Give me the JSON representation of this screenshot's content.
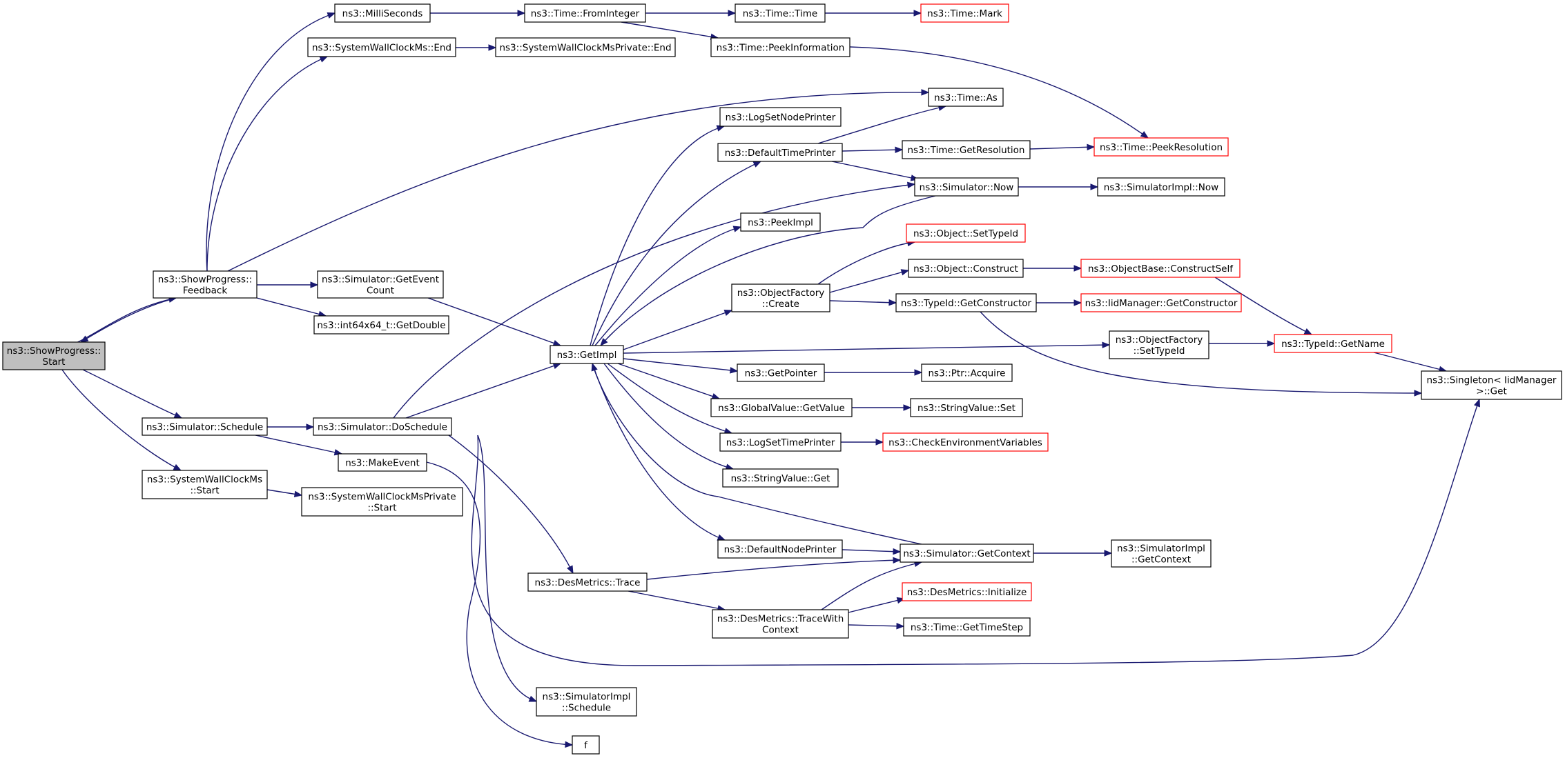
{
  "colors": {
    "edge": "#191970",
    "node_border": "#000000",
    "node_border_truncated": "#ff0000",
    "root_fill": "#bfbfbf",
    "node_fill": "#ffffff"
  },
  "nodes": [
    {
      "id": "root",
      "lines": [
        "ns3::ShowProgress::",
        "Start"
      ],
      "kind": "root"
    },
    {
      "id": "feedback",
      "lines": [
        "ns3::ShowProgress::",
        "Feedback"
      ],
      "kind": "normal"
    },
    {
      "id": "sim_schedule",
      "lines": [
        "ns3::Simulator::Schedule"
      ],
      "kind": "normal"
    },
    {
      "id": "swcm_start",
      "lines": [
        "ns3::SystemWallClockMs",
        "::Start"
      ],
      "kind": "normal"
    },
    {
      "id": "millis",
      "lines": [
        "ns3::MilliSeconds"
      ],
      "kind": "normal"
    },
    {
      "id": "swcm_end",
      "lines": [
        "ns3::SystemWallClockMs::End"
      ],
      "kind": "normal"
    },
    {
      "id": "get_event_count",
      "lines": [
        "ns3::Simulator::GetEvent",
        "Count"
      ],
      "kind": "normal"
    },
    {
      "id": "get_double",
      "lines": [
        "ns3::int64x64_t::GetDouble"
      ],
      "kind": "normal"
    },
    {
      "id": "do_schedule",
      "lines": [
        "ns3::Simulator::DoSchedule"
      ],
      "kind": "normal"
    },
    {
      "id": "make_event",
      "lines": [
        "ns3::MakeEvent"
      ],
      "kind": "normal"
    },
    {
      "id": "swcmp_start",
      "lines": [
        "ns3::SystemWallClockMsPrivate",
        "::Start"
      ],
      "kind": "normal"
    },
    {
      "id": "from_integer",
      "lines": [
        "ns3::Time::FromInteger"
      ],
      "kind": "normal"
    },
    {
      "id": "swcmp_end",
      "lines": [
        "ns3::SystemWallClockMsPrivate::End"
      ],
      "kind": "normal"
    },
    {
      "id": "get_impl",
      "lines": [
        "ns3::GetImpl"
      ],
      "kind": "normal"
    },
    {
      "id": "des_trace",
      "lines": [
        "ns3::DesMetrics::Trace"
      ],
      "kind": "normal"
    },
    {
      "id": "simimpl_schedule",
      "lines": [
        "ns3::SimulatorImpl",
        "::Schedule"
      ],
      "kind": "normal"
    },
    {
      "id": "f",
      "lines": [
        "f"
      ],
      "kind": "normal"
    },
    {
      "id": "time_time",
      "lines": [
        "ns3::Time::Time"
      ],
      "kind": "normal"
    },
    {
      "id": "peek_info",
      "lines": [
        "ns3::Time::PeekInformation"
      ],
      "kind": "normal"
    },
    {
      "id": "log_node_printer",
      "lines": [
        "ns3::LogSetNodePrinter"
      ],
      "kind": "normal"
    },
    {
      "id": "default_time_printer",
      "lines": [
        "ns3::DefaultTimePrinter"
      ],
      "kind": "normal"
    },
    {
      "id": "peek_impl",
      "lines": [
        "ns3::PeekImpl"
      ],
      "kind": "normal"
    },
    {
      "id": "of_create",
      "lines": [
        "ns3::ObjectFactory",
        "::Create"
      ],
      "kind": "normal"
    },
    {
      "id": "get_pointer",
      "lines": [
        "ns3::GetPointer"
      ],
      "kind": "normal"
    },
    {
      "id": "gv_getvalue",
      "lines": [
        "ns3::GlobalValue::GetValue"
      ],
      "kind": "normal"
    },
    {
      "id": "log_time_printer",
      "lines": [
        "ns3::LogSetTimePrinter"
      ],
      "kind": "normal"
    },
    {
      "id": "sv_get",
      "lines": [
        "ns3::StringValue::Get"
      ],
      "kind": "normal"
    },
    {
      "id": "default_node_printer",
      "lines": [
        "ns3::DefaultNodePrinter"
      ],
      "kind": "normal"
    },
    {
      "id": "trace_with_context",
      "lines": [
        "ns3::DesMetrics::TraceWith",
        "Context"
      ],
      "kind": "normal"
    },
    {
      "id": "time_mark",
      "lines": [
        "ns3::Time::Mark"
      ],
      "kind": "truncated"
    },
    {
      "id": "time_as",
      "lines": [
        "ns3::Time::As"
      ],
      "kind": "normal"
    },
    {
      "id": "get_resolution",
      "lines": [
        "ns3::Time::GetResolution"
      ],
      "kind": "normal"
    },
    {
      "id": "sim_now",
      "lines": [
        "ns3::Simulator::Now"
      ],
      "kind": "normal"
    },
    {
      "id": "obj_settypeid",
      "lines": [
        "ns3::Object::SetTypeId"
      ],
      "kind": "truncated"
    },
    {
      "id": "obj_construct",
      "lines": [
        "ns3::Object::Construct"
      ],
      "kind": "normal"
    },
    {
      "id": "typeid_getconstructor",
      "lines": [
        "ns3::TypeId::GetConstructor"
      ],
      "kind": "normal"
    },
    {
      "id": "of_settypeid",
      "lines": [
        "ns3::ObjectFactory",
        "::SetTypeId"
      ],
      "kind": "normal"
    },
    {
      "id": "ptr_acquire",
      "lines": [
        "ns3::Ptr::Acquire"
      ],
      "kind": "normal"
    },
    {
      "id": "sv_set",
      "lines": [
        "ns3::StringValue::Set"
      ],
      "kind": "normal"
    },
    {
      "id": "check_env",
      "lines": [
        "ns3::CheckEnvironmentVariables"
      ],
      "kind": "truncated"
    },
    {
      "id": "sim_getcontext",
      "lines": [
        "ns3::Simulator::GetContext"
      ],
      "kind": "normal"
    },
    {
      "id": "des_initialize",
      "lines": [
        "ns3::DesMetrics::Initialize"
      ],
      "kind": "truncated"
    },
    {
      "id": "get_timestep",
      "lines": [
        "ns3::Time::GetTimeStep"
      ],
      "kind": "normal"
    },
    {
      "id": "peek_resolution",
      "lines": [
        "ns3::Time::PeekResolution"
      ],
      "kind": "truncated"
    },
    {
      "id": "simimpl_now",
      "lines": [
        "ns3::SimulatorImpl::Now"
      ],
      "kind": "normal"
    },
    {
      "id": "construct_self",
      "lines": [
        "ns3::ObjectBase::ConstructSelf"
      ],
      "kind": "truncated"
    },
    {
      "id": "iid_getconstructor",
      "lines": [
        "ns3::IidManager::GetConstructor"
      ],
      "kind": "truncated"
    },
    {
      "id": "typeid_getname",
      "lines": [
        "ns3::TypeId::GetName"
      ],
      "kind": "truncated"
    },
    {
      "id": "simimpl_getcontext",
      "lines": [
        "ns3::SimulatorImpl",
        "::GetContext"
      ],
      "kind": "normal"
    },
    {
      "id": "singleton_get",
      "lines": [
        "ns3::Singleton< IidManager",
        " >::Get"
      ],
      "kind": "normal"
    }
  ],
  "edges": [
    {
      "from": "root",
      "to": "feedback"
    },
    {
      "from": "feedback",
      "to": "root"
    },
    {
      "from": "root",
      "to": "sim_schedule"
    },
    {
      "from": "root",
      "to": "swcm_start"
    },
    {
      "from": "feedback",
      "to": "millis"
    },
    {
      "from": "feedback",
      "to": "swcm_end"
    },
    {
      "from": "feedback",
      "to": "time_as"
    },
    {
      "from": "feedback",
      "to": "get_event_count"
    },
    {
      "from": "feedback",
      "to": "get_double"
    },
    {
      "from": "millis",
      "to": "from_integer"
    },
    {
      "from": "from_integer",
      "to": "time_time"
    },
    {
      "from": "from_integer",
      "to": "peek_info"
    },
    {
      "from": "time_time",
      "to": "time_mark"
    },
    {
      "from": "peek_info",
      "to": "peek_resolution"
    },
    {
      "from": "swcm_end",
      "to": "swcmp_end"
    },
    {
      "from": "get_event_count",
      "to": "get_impl"
    },
    {
      "from": "sim_schedule",
      "to": "do_schedule"
    },
    {
      "from": "sim_schedule",
      "to": "make_event"
    },
    {
      "from": "swcm_start",
      "to": "swcmp_start"
    },
    {
      "from": "do_schedule",
      "to": "sim_now"
    },
    {
      "from": "do_schedule",
      "to": "get_impl"
    },
    {
      "from": "do_schedule",
      "to": "des_trace"
    },
    {
      "from": "do_schedule",
      "to": "simimpl_schedule"
    },
    {
      "from": "do_schedule",
      "to": "singleton_get"
    },
    {
      "from": "make_event",
      "to": "f"
    },
    {
      "from": "get_impl",
      "to": "log_node_printer"
    },
    {
      "from": "get_impl",
      "to": "default_time_printer"
    },
    {
      "from": "get_impl",
      "to": "peek_impl"
    },
    {
      "from": "get_impl",
      "to": "of_create"
    },
    {
      "from": "get_impl",
      "to": "of_settypeid"
    },
    {
      "from": "get_impl",
      "to": "get_pointer"
    },
    {
      "from": "get_impl",
      "to": "gv_getvalue"
    },
    {
      "from": "get_impl",
      "to": "log_time_printer"
    },
    {
      "from": "get_impl",
      "to": "sv_get"
    },
    {
      "from": "get_impl",
      "to": "default_node_printer"
    },
    {
      "from": "sim_now",
      "to": "get_impl"
    },
    {
      "from": "sim_getcontext",
      "to": "get_impl"
    },
    {
      "from": "default_time_printer",
      "to": "time_as"
    },
    {
      "from": "default_time_printer",
      "to": "get_resolution"
    },
    {
      "from": "default_time_printer",
      "to": "sim_now"
    },
    {
      "from": "get_resolution",
      "to": "peek_resolution"
    },
    {
      "from": "sim_now",
      "to": "simimpl_now"
    },
    {
      "from": "of_create",
      "to": "obj_settypeid"
    },
    {
      "from": "of_create",
      "to": "obj_construct"
    },
    {
      "from": "of_create",
      "to": "typeid_getconstructor"
    },
    {
      "from": "obj_construct",
      "to": "construct_self"
    },
    {
      "from": "construct_self",
      "to": "typeid_getname"
    },
    {
      "from": "typeid_getconstructor",
      "to": "iid_getconstructor"
    },
    {
      "from": "typeid_getconstructor",
      "to": "singleton_get"
    },
    {
      "from": "of_settypeid",
      "to": "typeid_getname"
    },
    {
      "from": "typeid_getname",
      "to": "singleton_get"
    },
    {
      "from": "get_pointer",
      "to": "ptr_acquire"
    },
    {
      "from": "gv_getvalue",
      "to": "sv_set"
    },
    {
      "from": "log_time_printer",
      "to": "check_env"
    },
    {
      "from": "default_node_printer",
      "to": "sim_getcontext"
    },
    {
      "from": "sim_getcontext",
      "to": "simimpl_getcontext"
    },
    {
      "from": "des_trace",
      "to": "sim_getcontext"
    },
    {
      "from": "des_trace",
      "to": "trace_with_context"
    },
    {
      "from": "trace_with_context",
      "to": "sim_getcontext"
    },
    {
      "from": "trace_with_context",
      "to": "des_initialize"
    },
    {
      "from": "trace_with_context",
      "to": "get_timestep"
    }
  ]
}
